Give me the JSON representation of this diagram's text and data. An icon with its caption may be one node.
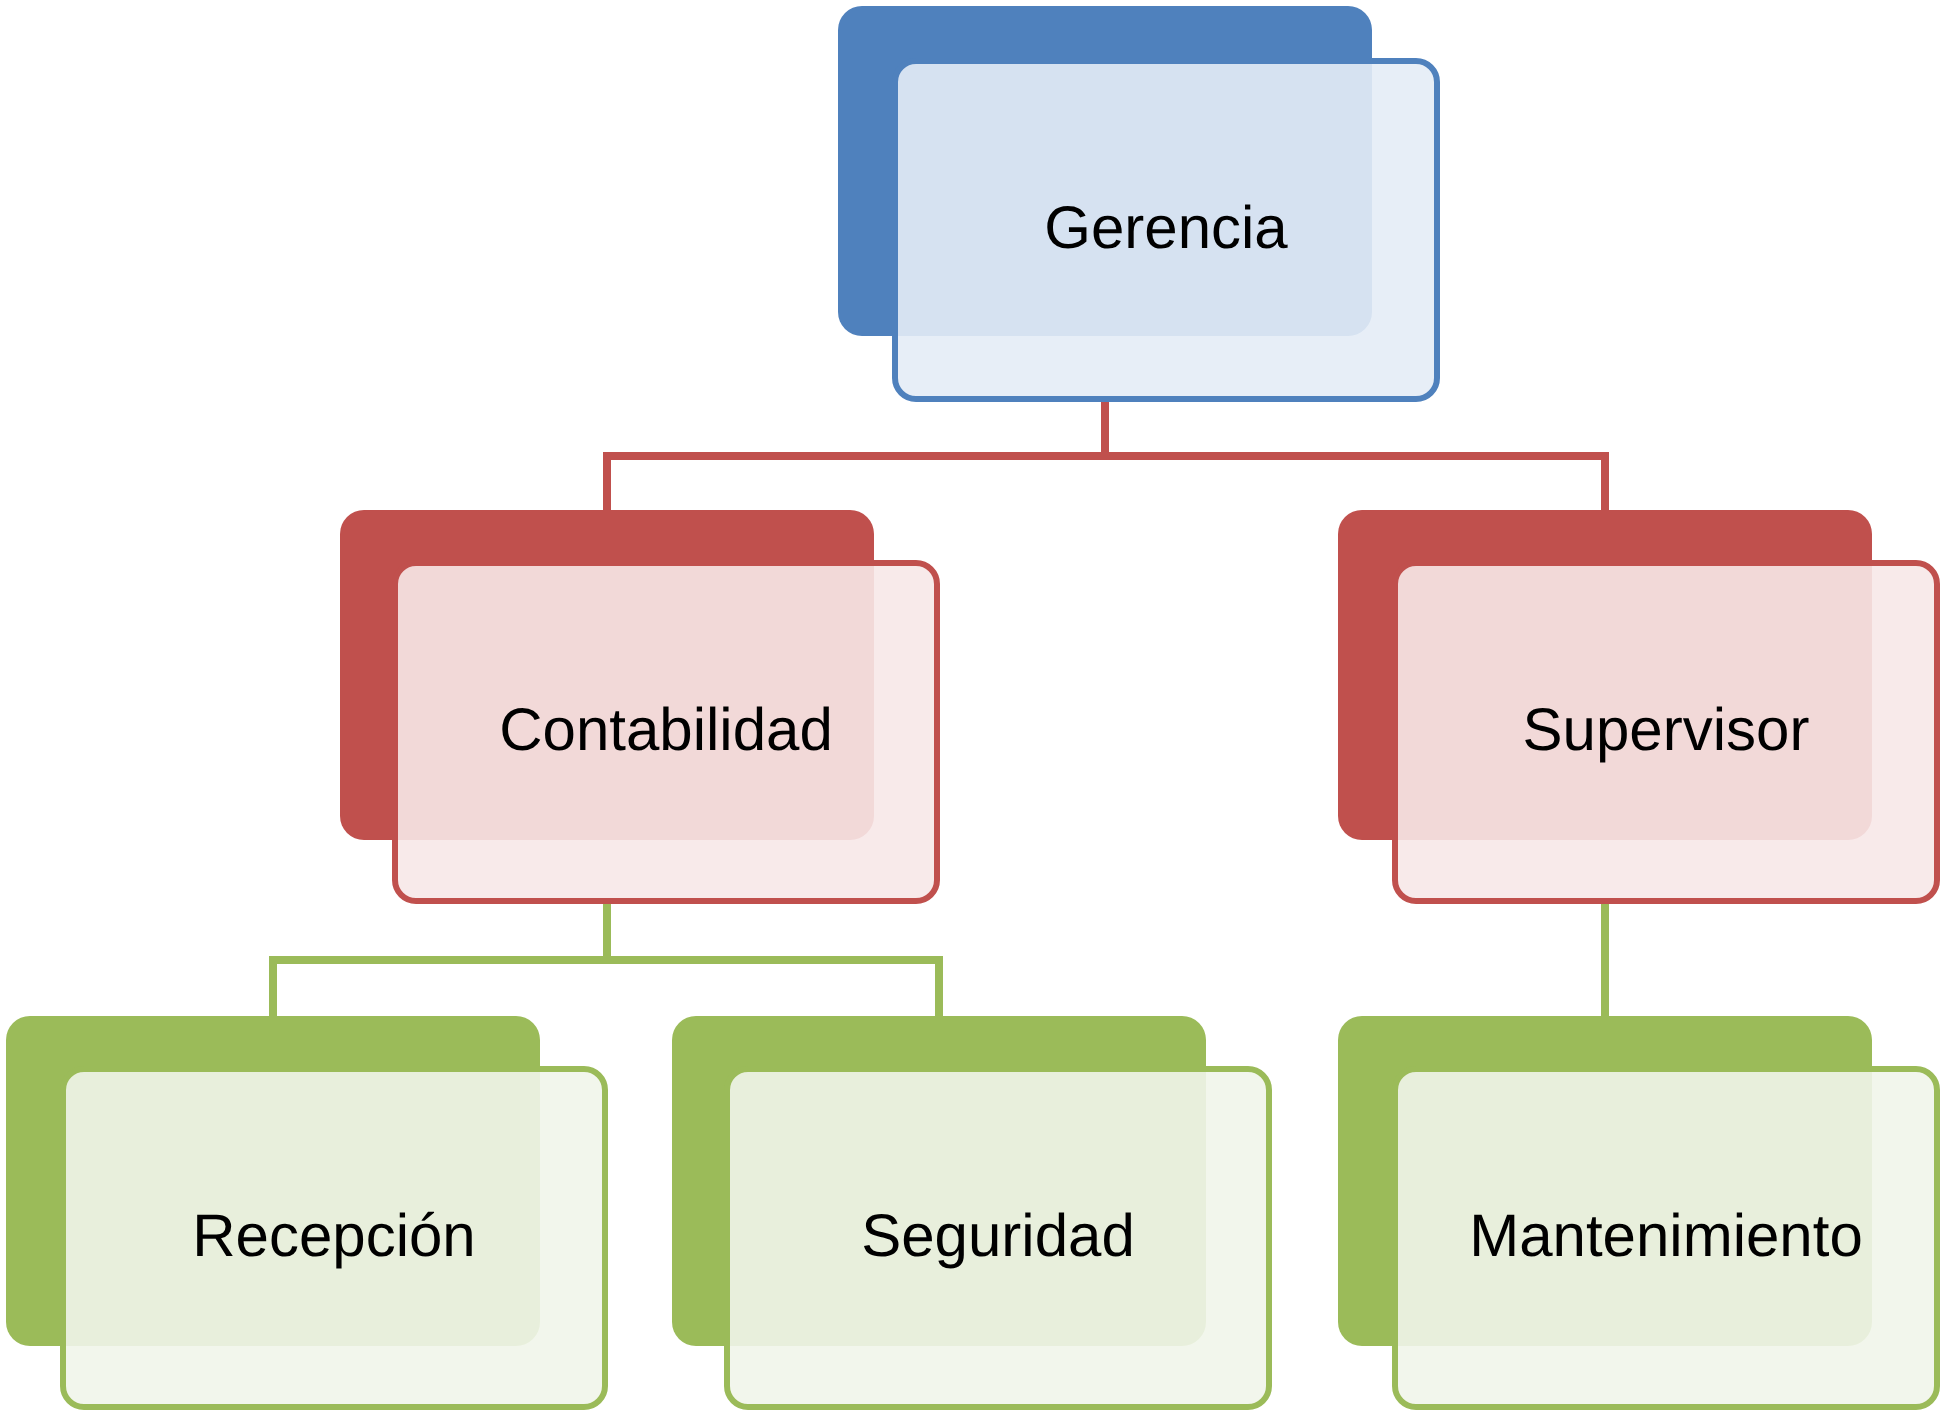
{
  "diagram": {
    "nodes": [
      {
        "text": [
          "Gerencia"
        ]
      },
      {
        "text": [
          "Contabilidad"
        ]
      },
      {
        "text": [
          "Supervisor"
        ]
      },
      {
        "text": [
          "Recepción"
        ]
      },
      {
        "text": [
          "Seguridad"
        ]
      },
      {
        "text": [
          "Mantenimiento"
        ]
      }
    ],
    "edges": [
      {
        "from": 0,
        "to": 1,
        "arrow": "none",
        "color": "#c0504d"
      },
      {
        "from": 0,
        "to": 2,
        "arrow": "none",
        "color": "#c0504d"
      },
      {
        "from": 1,
        "to": 3,
        "arrow": "none"
      },
      {
        "from": 1,
        "to": 4,
        "arrow": "none"
      },
      {
        "from": 2,
        "to": 5,
        "arrow": "none"
      }
    ]
  }
}
